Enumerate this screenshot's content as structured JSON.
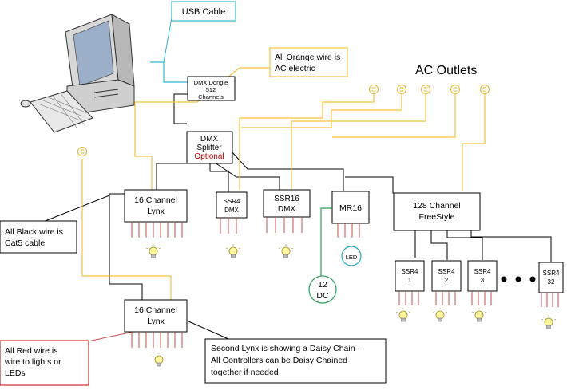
{
  "callouts": {
    "usb": "USB Cable",
    "orange": [
      "All Orange wire is",
      "AC electric"
    ],
    "black": [
      "All Black wire is",
      "Cat5 cable"
    ],
    "red": [
      "All Red wire is",
      "wire to lights or",
      "LEDs"
    ],
    "daisy": [
      "Second Lynx is showing a Daisy Chain –",
      "All Controllers can be Daisy Chained",
      "together if needed"
    ]
  },
  "ac_outlets_title": "AC Outlets",
  "dongle": [
    "DMX Dongle",
    "512",
    "Channels"
  ],
  "splitter": [
    "DMX",
    "Splitter"
  ],
  "splitter_optional": "Optional",
  "lynx1": [
    "16 Channel",
    "Lynx"
  ],
  "lynx2": [
    "16 Channel",
    "Lynx"
  ],
  "ssr4_dmx": [
    "SSR4",
    "DMX"
  ],
  "ssr16_dmx": [
    "SSR16",
    "DMX"
  ],
  "mr16": "MR16",
  "freestyle": [
    "128 Channel",
    "FreeStyle"
  ],
  "led_label": "LED",
  "dc_label": [
    "12",
    "DC"
  ],
  "ssr_modules": [
    {
      "name": "SSR4",
      "num": "1"
    },
    {
      "name": "SSR4",
      "num": "2"
    },
    {
      "name": "SSR4",
      "num": "3"
    },
    {
      "name": "SSR4",
      "num": "32"
    }
  ],
  "colors": {
    "orange_wire": "#f5c242",
    "red_wire": "#c0504d",
    "black_wire": "#000000",
    "callout_blue": "#31b7d6",
    "callout_orange": "#f5c242",
    "callout_red": "#c00000",
    "optional_red": "#c00000",
    "dc_green": "#2e9e5b",
    "led_teal": "#2aa6b8"
  }
}
